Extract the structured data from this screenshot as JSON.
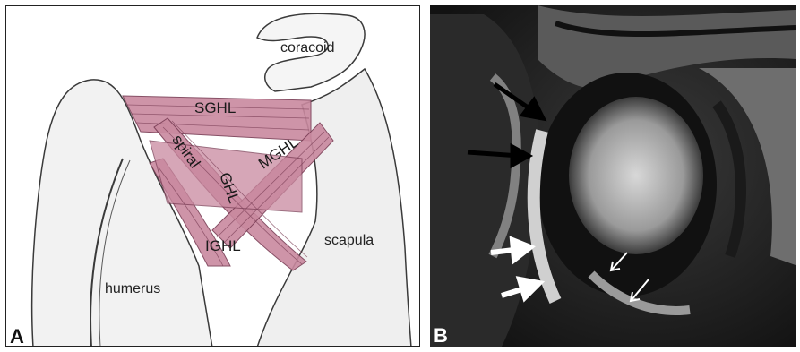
{
  "panel_a": {
    "letter": "A",
    "labels": {
      "coracoid": "coracoid",
      "scapula": "scapula",
      "humerus": "humerus"
    },
    "ligaments": {
      "sghl": "SGHL",
      "spiral": "spiral",
      "mghl": "MGHL",
      "ghl": "GHL",
      "ighl": "IGHL"
    },
    "colors": {
      "ligament": "#c9899f",
      "ligament_line": "#7a3d55",
      "bone_outline": "#3a3a3a"
    }
  },
  "panel_b": {
    "letter": "B",
    "arrows": [
      {
        "name": "black-arrow-upper",
        "color": "black"
      },
      {
        "name": "black-arrow-lower",
        "color": "black"
      },
      {
        "name": "white-arrow-upper",
        "color": "white"
      },
      {
        "name": "white-arrow-lower",
        "color": "white"
      },
      {
        "name": "small-white-arrow-upper",
        "color": "white-outline"
      },
      {
        "name": "small-white-arrow-lower",
        "color": "white-outline"
      }
    ]
  }
}
